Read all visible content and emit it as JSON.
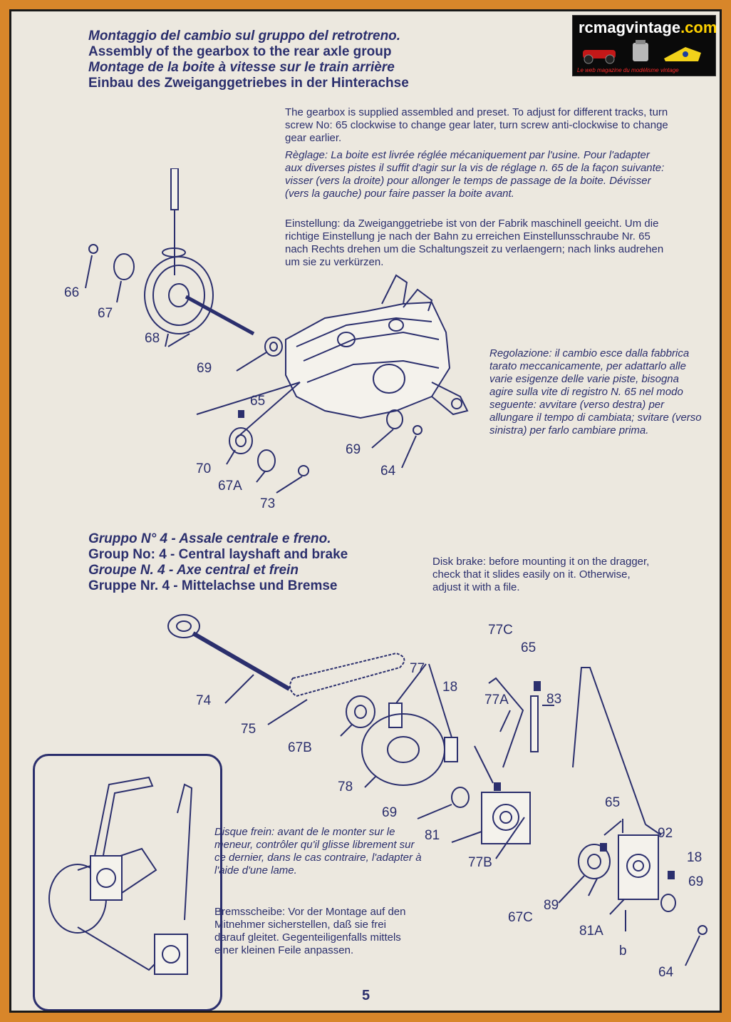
{
  "logo": {
    "text_main": "rcmagvintage",
    "text_suffix": ".com",
    "tagline": "Le web magazine du modélisme vintage"
  },
  "section1": {
    "heading_it": "Montaggio del cambio sul gruppo del retrotreno.",
    "heading_en": "Assembly of the gearbox to the rear axle group",
    "heading_fr": "Montage de la boite à vitesse sur le train arrière",
    "heading_de": "Einbau des Zweiganggetriebes in der Hinterachse",
    "text_en": "The gearbox is supplied assembled and preset. To adjust for different tracks, turn screw No: 65 clockwise to change gear later, turn screw anti-clockwise to change gear earlier.",
    "text_fr": "Règlage: La boite est livrée réglée mécaniquement par l'usine. Pour l'adapter aux diverses pistes il suffit d'agir sur la vis de réglage n. 65 de la façon suivante: visser (vers la droite) pour allonger le temps de passage de la boite. Dévisser (vers la gauche) pour faire passer la boite avant.",
    "text_de": "Einstellung: da Zweiganggetriebe ist von der Fabrik maschinell geeicht. Um die richtige Einstellung je nach der Bahn zu erreichen Einstellunsschraube Nr. 65 nach Rechts drehen um die Schaltungszeit zu verlaengern; nach links audrehen um sie zu verkürzen.",
    "text_it": "Regolazione: il cambio esce dalla fabbrica tarato meccanicamente, per adattarlo alle varie esigenze delle varie piste, bisogna agire sulla vite di registro N. 65 nel modo seguente: avvitare (verso destra) per allungare il tempo di cambiata; svitare (verso sinistra) per farlo cambiare prima.",
    "labels": {
      "p66": "66",
      "p67": "67",
      "p68": "68",
      "p69a": "69",
      "p65": "65",
      "p70": "70",
      "p67a": "67A",
      "p73": "73",
      "p69b": "69",
      "p64": "64"
    }
  },
  "section2": {
    "heading_it": "Gruppo N° 4 - Assale centrale e freno.",
    "heading_en": "Group No: 4 - Central layshaft and brake",
    "heading_fr": "Groupe N. 4 - Axe central et frein",
    "heading_de": "Gruppe Nr. 4 - Mittelachse und Bremse",
    "text_en": "Disk brake: before mounting it on the dragger, check that it slides easily on it. Otherwise, adjust it with a file.",
    "text_fr": "Disque frein: avant de le monter sur le meneur, contrôler qu'il glisse librement sur ce dernier, dans le cas contraire, l'adapter à l'aide d'une lame.",
    "text_de": "Bremsscheibe: Vor der Montage auf den Mitnehmer sicherstellen, daß sie frei darauf gleitet. Gegenteiligenfalls mittels einer kleinen Feile anpassen.",
    "labels": {
      "p74": "74",
      "p75": "75",
      "p77": "77",
      "p67b": "67B",
      "p78": "78",
      "p69": "69",
      "p81": "81",
      "p18a": "18",
      "p77c": "77C",
      "p77a": "77A",
      "p65a": "65",
      "p83": "83",
      "p77b": "77B",
      "p65b": "65",
      "p92": "92",
      "p18b": "18",
      "p69c": "69",
      "p67c": "67C",
      "p89": "89",
      "p81a": "81A",
      "pb": "b",
      "p64": "64"
    }
  },
  "page_number": "5"
}
